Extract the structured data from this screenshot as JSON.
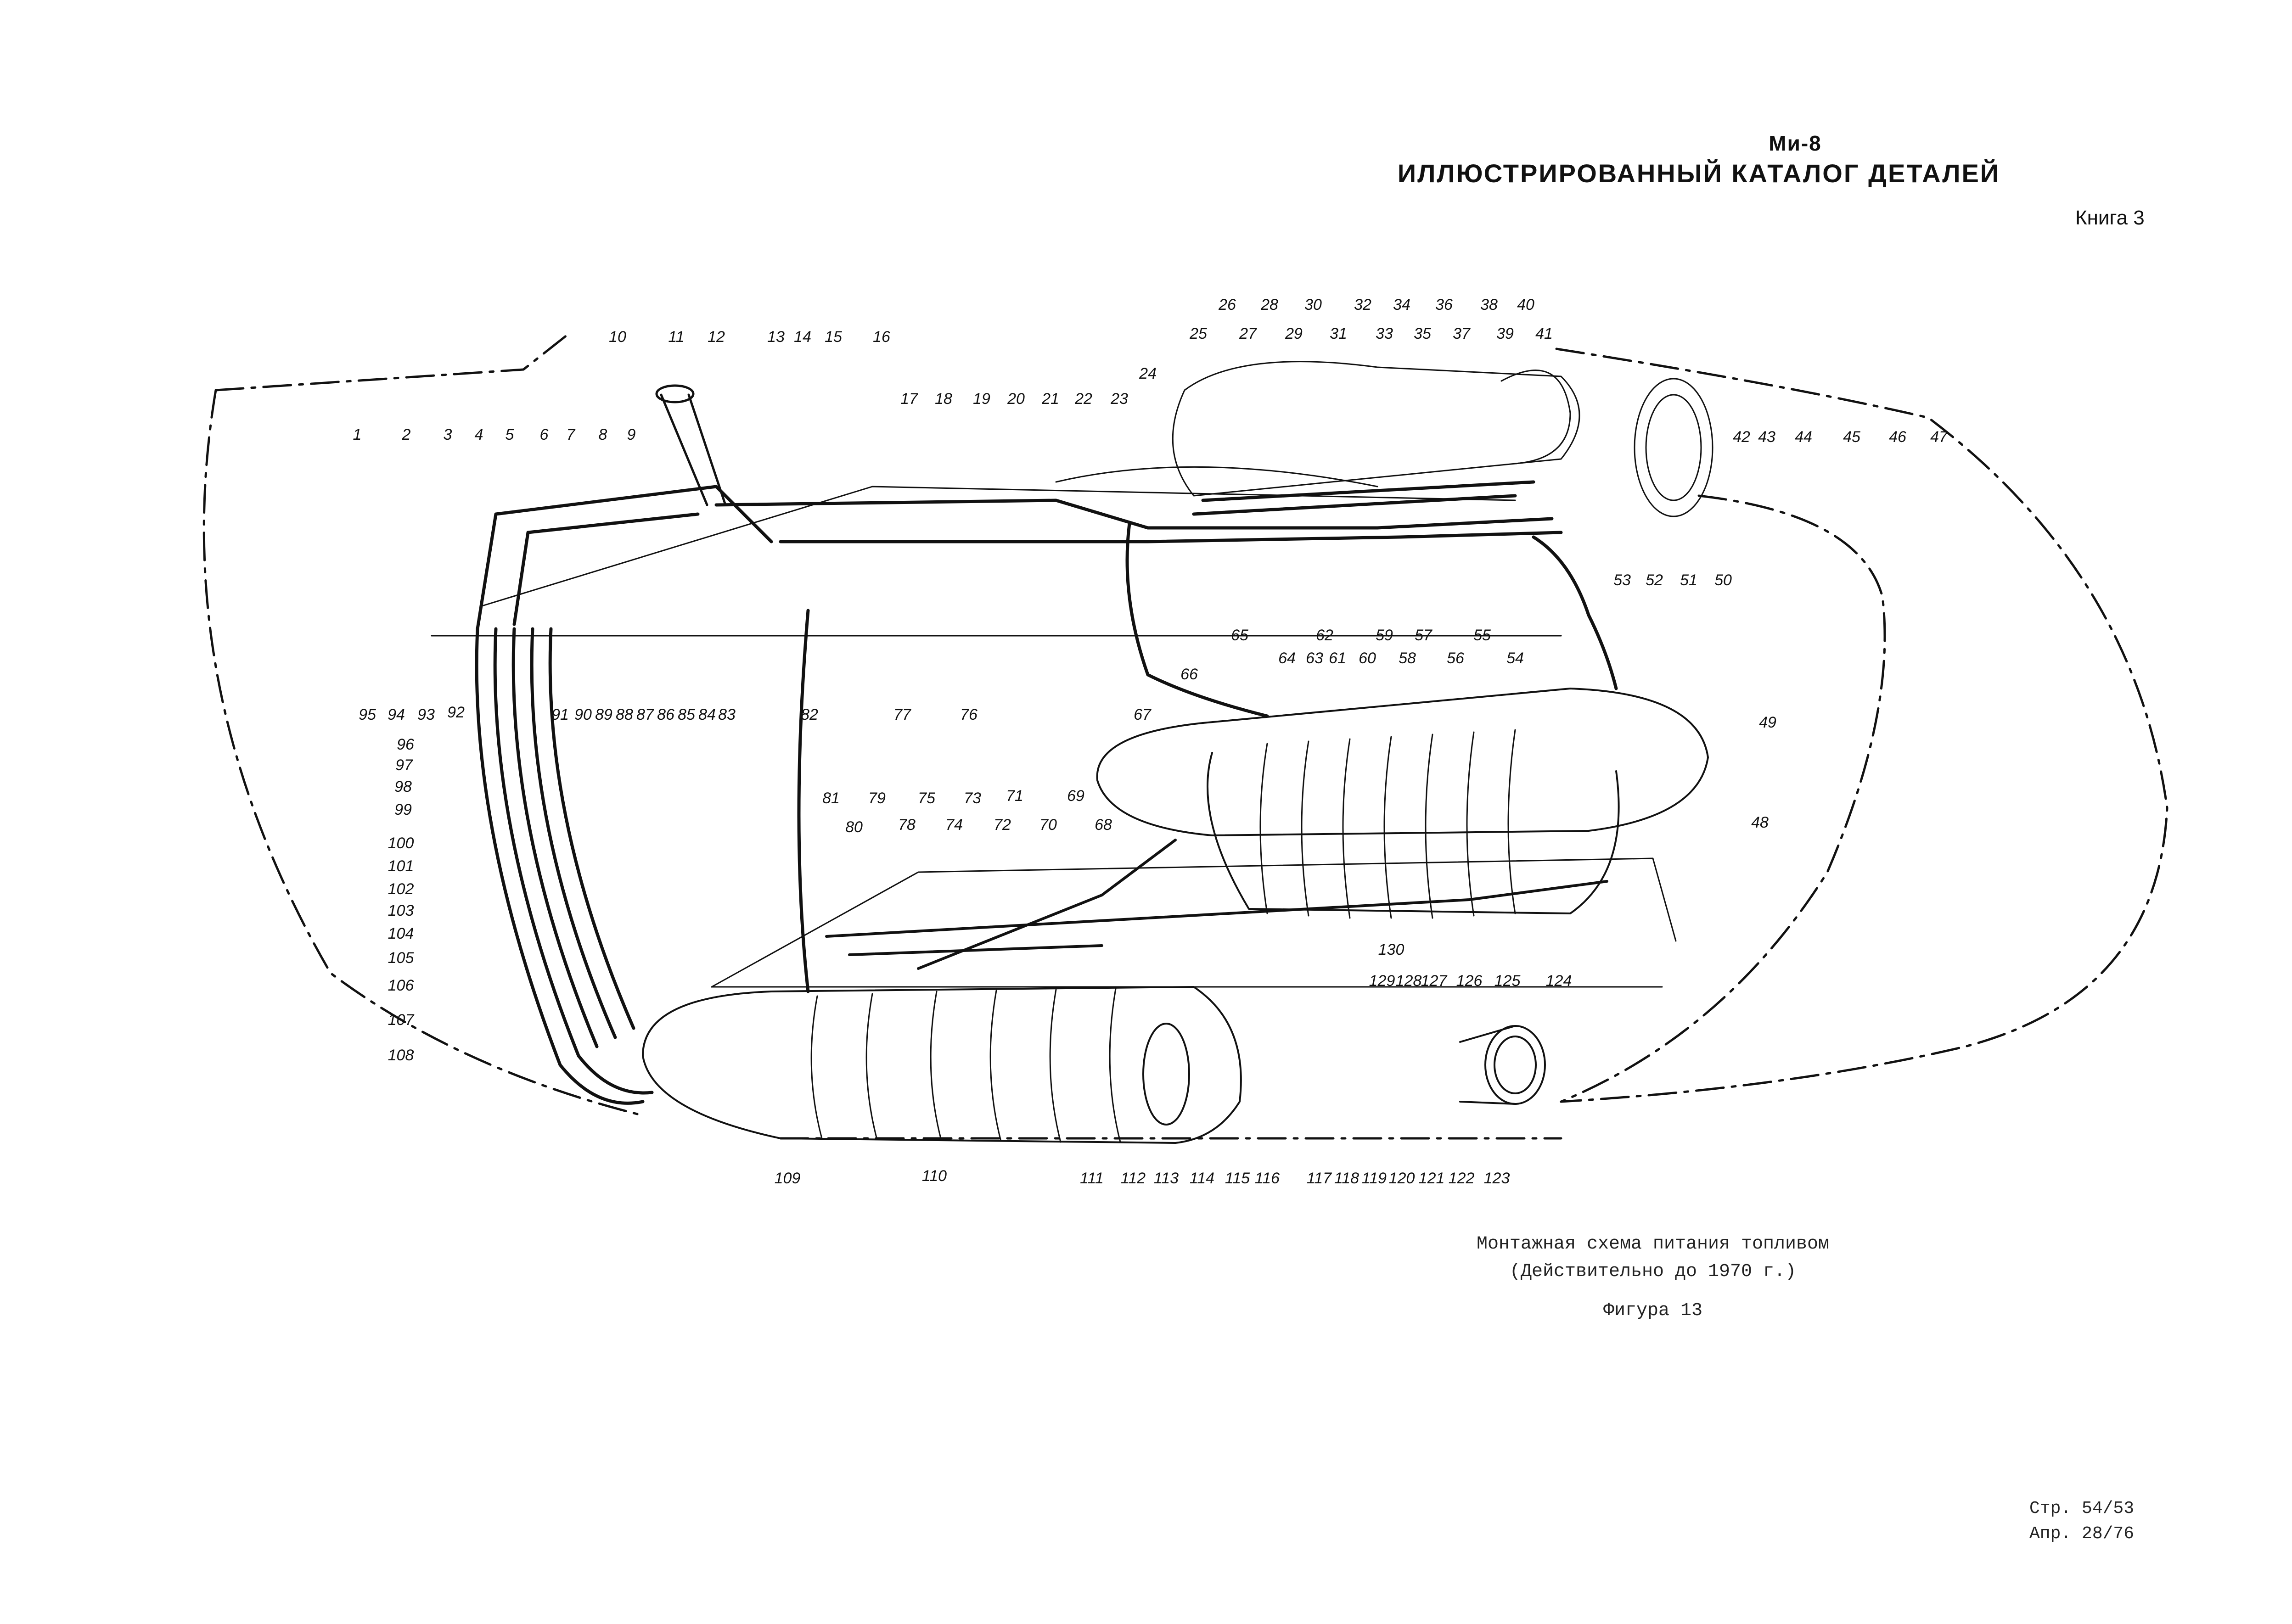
{
  "header": {
    "model": "Ми-8",
    "catalog_title": "ИЛЛЮСТРИРОВАННЫЙ КАТАЛОГ ДЕТАЛЕЙ",
    "book": "Книга 3"
  },
  "caption": {
    "line1": "Монтажная схема питания топливом",
    "line2": "(Действительно до 1970 г.)",
    "figure": "Фигура 13"
  },
  "page_info": {
    "page": "Стр. 54/53",
    "date": "Апр. 28/76"
  },
  "callouts": [
    "1",
    "2",
    "3",
    "4",
    "5",
    "6",
    "7",
    "8",
    "9",
    "10",
    "11",
    "12",
    "13",
    "14",
    "15",
    "16",
    "17",
    "18",
    "19",
    "20",
    "21",
    "22",
    "23",
    "24",
    "25",
    "26",
    "27",
    "28",
    "29",
    "30",
    "31",
    "32",
    "33",
    "34",
    "35",
    "36",
    "37",
    "38",
    "39",
    "40",
    "41",
    "42",
    "43",
    "44",
    "45",
    "46",
    "47",
    "48",
    "49",
    "50",
    "51",
    "52",
    "53",
    "54",
    "55",
    "56",
    "57",
    "58",
    "59",
    "60",
    "61",
    "62",
    "63",
    "64",
    "65",
    "66",
    "67",
    "68",
    "69",
    "70",
    "71",
    "72",
    "73",
    "74",
    "75",
    "76",
    "77",
    "78",
    "79",
    "80",
    "81",
    "82",
    "83",
    "84",
    "85",
    "86",
    "87",
    "88",
    "89",
    "90",
    "91",
    "92",
    "93",
    "94",
    "95",
    "96",
    "97",
    "98",
    "99",
    "100",
    "101",
    "102",
    "103",
    "104",
    "105",
    "106",
    "107",
    "108",
    "109",
    "110",
    "111",
    "112",
    "113",
    "114",
    "115",
    "116",
    "117",
    "118",
    "119",
    "120",
    "121",
    "122",
    "123",
    "124",
    "125",
    "126",
    "127",
    "128",
    "129",
    "130"
  ]
}
